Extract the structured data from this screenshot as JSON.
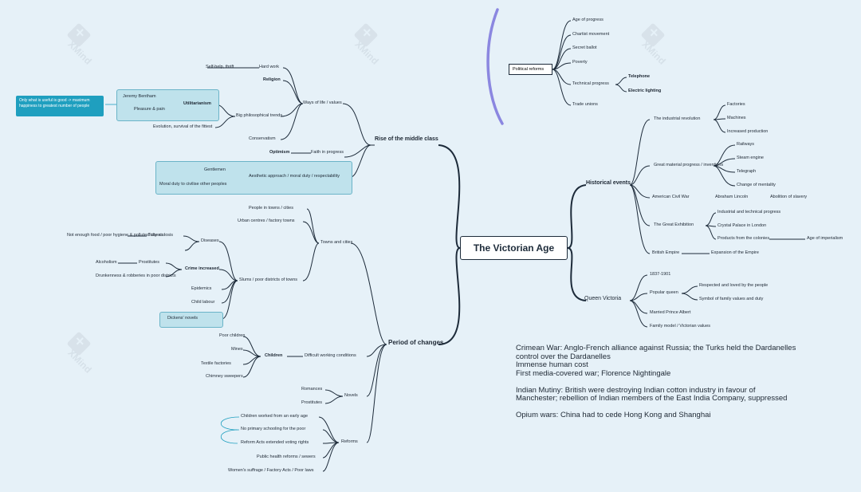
{
  "root": "The Victorian Age",
  "note_box": [
    "Only what is useful is good -> maximum",
    "happiness to greatest number of people"
  ],
  "watermark": "XMind",
  "political_reforms": {
    "label": "Political reforms",
    "items": [
      "Age of progress",
      "Chartist movement",
      "Secret ballot",
      "Poverty",
      "Technical progress",
      "Trade unions"
    ],
    "tech_children": [
      "Telephone",
      "Electric lighting"
    ]
  },
  "middle_class": {
    "label": "Rise of the middle class",
    "way_of_life": "Ways of life / values",
    "hardwork": "Hard work",
    "hardwork_child": "Self-help, thrift",
    "religion": "Religion",
    "big_ideas": "Big philosophical trends",
    "utilitarianism": "Utilitarianism",
    "util_children": [
      "Jeremy Bentham",
      "Pleasure & pain"
    ],
    "evolution": "Evolution, survival of the fittest",
    "conservatism": "Conservatism",
    "faith": "Faith in progress",
    "optimism": "Optimism",
    "hl_main": "Aesthetic approach / moral duty / respectability",
    "hl_kids": [
      "Gentlemen",
      "Moral duty to civilise other peoples"
    ]
  },
  "period": {
    "label": "Period of changes",
    "town_cities": "Towns and cities",
    "tc_items": [
      "People in towns / cities",
      "Urban centres / factory towns"
    ],
    "slums": "Slums / poor districts of towns",
    "diseases": "Diseases",
    "diseases_left": "Not enough food / poor hygiene & polluted city air",
    "diseases_kids": [
      "Tuberculosis"
    ],
    "crime": "Crime increased",
    "crime_mid": "Prostitutes",
    "crime_kids": [
      "Alcoholism",
      "Drunkenness & robberies in poor districts"
    ],
    "more": [
      "Epidemics",
      "Child labour"
    ],
    "hl_leaf": "Dickens' novels",
    "children": "Children",
    "child_label": "Difficult working conditions",
    "child_kids": [
      "Poor children",
      "Mines",
      "Textile factories",
      "Chimney sweepers"
    ],
    "novels": "Novels",
    "novel_kids": [
      "Romances",
      "Prostitutes"
    ],
    "reforms": "Reforms",
    "reform_kids": [
      "Children worked from an early age",
      "No primary schooling for the poor",
      "Reform Acts extended voting rights",
      "Public health reforms / sewers",
      "Women's suffrage / Factory Acts / Poor laws"
    ]
  },
  "historical": {
    "label": "Historical events",
    "industrial": "The industrial revolution",
    "ind_kids": [
      "Factories",
      "Machines",
      "Increased production"
    ],
    "progress": "Great material progress / inventions",
    "prog_kids": [
      "Railways",
      "Steam engine",
      "Telegraph",
      "Change of mentality"
    ],
    "civil_war": "American Civil War",
    "civil_kids": [
      "Abraham Lincoln",
      "Abolition of slavery"
    ],
    "exhibition": "The Great Exhibition",
    "exh_kids": [
      "Industrial and technical progress",
      "Crystal Palace in London",
      "Products from the colonies"
    ],
    "exh_far": "Age of imperialism",
    "empire": "British Empire",
    "empire_kid": "Expansion of the Empire"
  },
  "victoria": {
    "label": "Queen Victoria",
    "reign": "1837-1901",
    "popular": "Popular queen",
    "pop_kids": [
      "Respected and loved by the people",
      "Symbol of family values and duty"
    ],
    "kids": [
      "Married Prince Albert",
      "Family model / Victorian values"
    ]
  },
  "notes": [
    "Crimean War: Anglo-French alliance against Russia; the Turks held the Dardanelles",
    "control over the Dardanelles",
    "Immense human cost",
    "First media-covered war; Florence Nightingale",
    "",
    "Indian Mutiny: British were destroying Indian cotton industry in favour of",
    "Manchester; rebellion of Indian members of the East India Company, suppressed",
    "",
    "Opium wars: China had to cede Hong Kong and Shanghai"
  ]
}
